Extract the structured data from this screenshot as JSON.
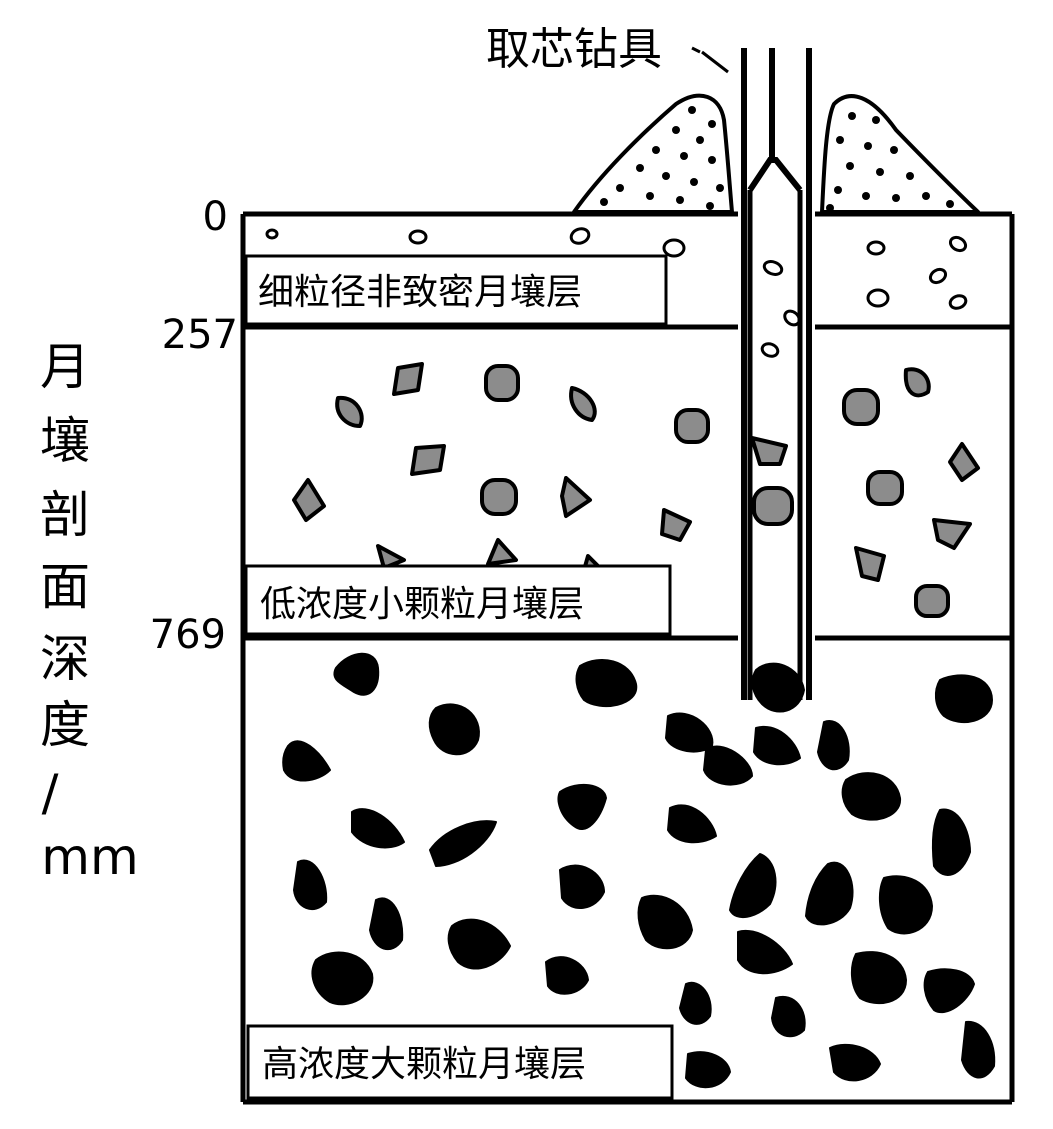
{
  "tool_label": "取芯钻具",
  "y_axis": {
    "label_chars": [
      "月",
      "壤",
      "剖",
      "面",
      "深",
      "度",
      "/",
      "mm"
    ]
  },
  "depth_ticks": [
    "0",
    "257",
    "769"
  ],
  "layers": [
    {
      "label": "细粒径非致密月壤层"
    },
    {
      "label": "低浓度小颗粒月壤层"
    },
    {
      "label": "高浓度大颗粒月壤层"
    }
  ],
  "colors": {
    "ink": "#000000",
    "mid_grain": "#8c8c8c",
    "background": "#ffffff"
  }
}
